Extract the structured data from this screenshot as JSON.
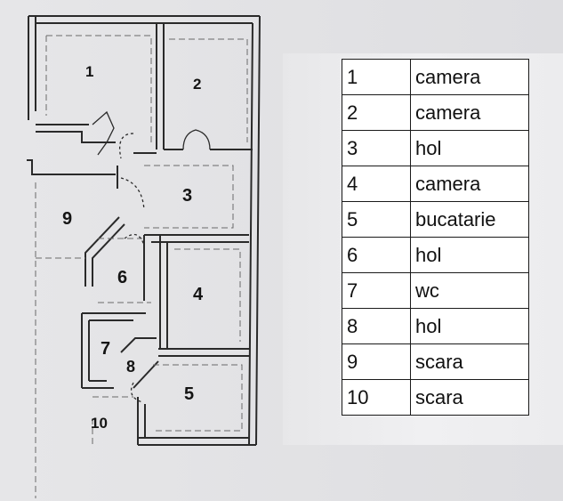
{
  "plan": {
    "room_labels": [
      "1",
      "2",
      "3",
      "4",
      "5",
      "6",
      "7",
      "8",
      "9",
      "10"
    ]
  },
  "legend": {
    "rows": [
      {
        "num": "1",
        "name": "camera"
      },
      {
        "num": "2",
        "name": "camera"
      },
      {
        "num": "3",
        "name": "hol"
      },
      {
        "num": "4",
        "name": "camera"
      },
      {
        "num": "5",
        "name": "bucatarie"
      },
      {
        "num": "6",
        "name": "hol"
      },
      {
        "num": "7",
        "name": "wc"
      },
      {
        "num": "8",
        "name": "hol"
      },
      {
        "num": "9",
        "name": "scara"
      },
      {
        "num": "10",
        "name": "scara"
      }
    ]
  },
  "colors": {
    "wall": "#2a2a2a",
    "dash": "#6a6a6a",
    "table_border": "#1a1a1a"
  }
}
